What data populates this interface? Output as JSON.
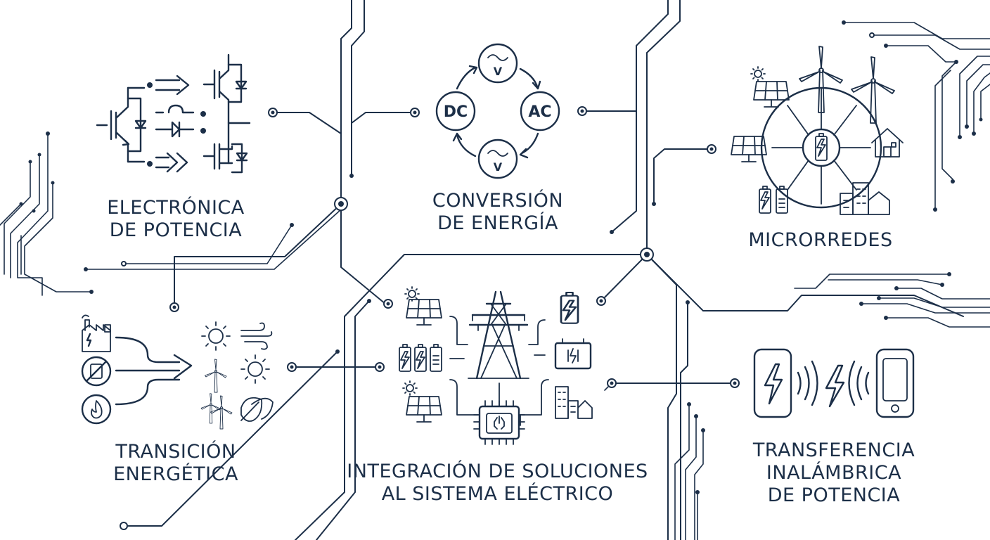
{
  "nodes": [
    {
      "id": "electronica",
      "lines": [
        "ELECTRÓNICA",
        "DE POTENCIA"
      ]
    },
    {
      "id": "conversion",
      "lines": [
        "CONVERSIÓN",
        "DE ENERGÍA"
      ]
    },
    {
      "id": "microrredes",
      "lines": [
        "MICRORREDES"
      ]
    },
    {
      "id": "transicion",
      "lines": [
        "TRANSICIÓN",
        "ENERGÉTICA"
      ]
    },
    {
      "id": "integracion",
      "lines": [
        "INTEGRACIÓN DE SOLUCIONES",
        "AL SISTEMA ELÉCTRICO"
      ]
    },
    {
      "id": "transferencia",
      "lines": [
        "TRANSFERENCIA",
        "INALÁMBRICA",
        "DE POTENCIA"
      ]
    }
  ],
  "conversion_cycle": {
    "dc": "DC",
    "ac": "AC",
    "v": "V"
  },
  "icons": [
    "igbt-transistor-icon",
    "diode-icon",
    "mosfet-icon",
    "arrow-icon",
    "dc-ac-conversion-cycle-icon",
    "solar-panel-icon",
    "wind-turbine-icon",
    "battery-icon",
    "house-icon",
    "buildings-icon",
    "factory-icon",
    "fossil-fuel-ban-icon",
    "fire-icon",
    "sun-icon",
    "wind-icon",
    "leaf-icon",
    "transmission-tower-icon",
    "chip-icon",
    "phone-icon",
    "wireless-wave-icon",
    "lightning-icon"
  ],
  "colors": {
    "ink": "#1c2f48",
    "background": "#ffffff"
  }
}
